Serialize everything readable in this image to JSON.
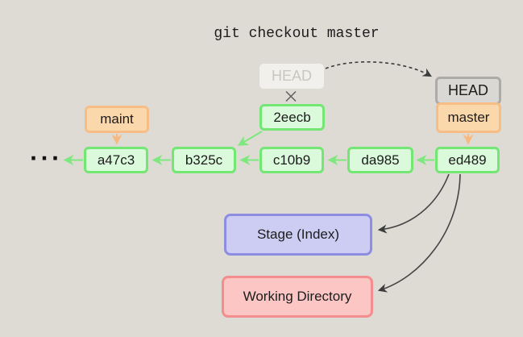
{
  "title": "git checkout master",
  "graph": {
    "ellipsis": "···",
    "commits": [
      "a47c3",
      "b325c",
      "c10b9",
      "da985",
      "ed489"
    ],
    "refs": {
      "old_head": "HEAD",
      "head": "HEAD",
      "master": "master",
      "maint": "maint"
    }
  },
  "areas": {
    "stage": "Stage (Index)",
    "working": "Working Directory"
  },
  "colors": {
    "background": "#dedbd5",
    "commit_border": "#73e673",
    "commit_fill": "#dbf9db",
    "branch_border": "#f6bd87",
    "branch_fill": "#fbd8ab",
    "head_border": "#acaba7",
    "head_fill": "#d9d8d4",
    "old_head_fill": "#f2f0ec",
    "old_head_text": "#c9c7c1",
    "stage_border": "#8d8de2",
    "stage_fill": "#cdcdf4",
    "working_border": "#f48e8e",
    "working_fill": "#fbc6c3",
    "arrow_green": "#7de87d",
    "arrow_orange": "#f8b97e",
    "arrow_dark": "#444444"
  }
}
